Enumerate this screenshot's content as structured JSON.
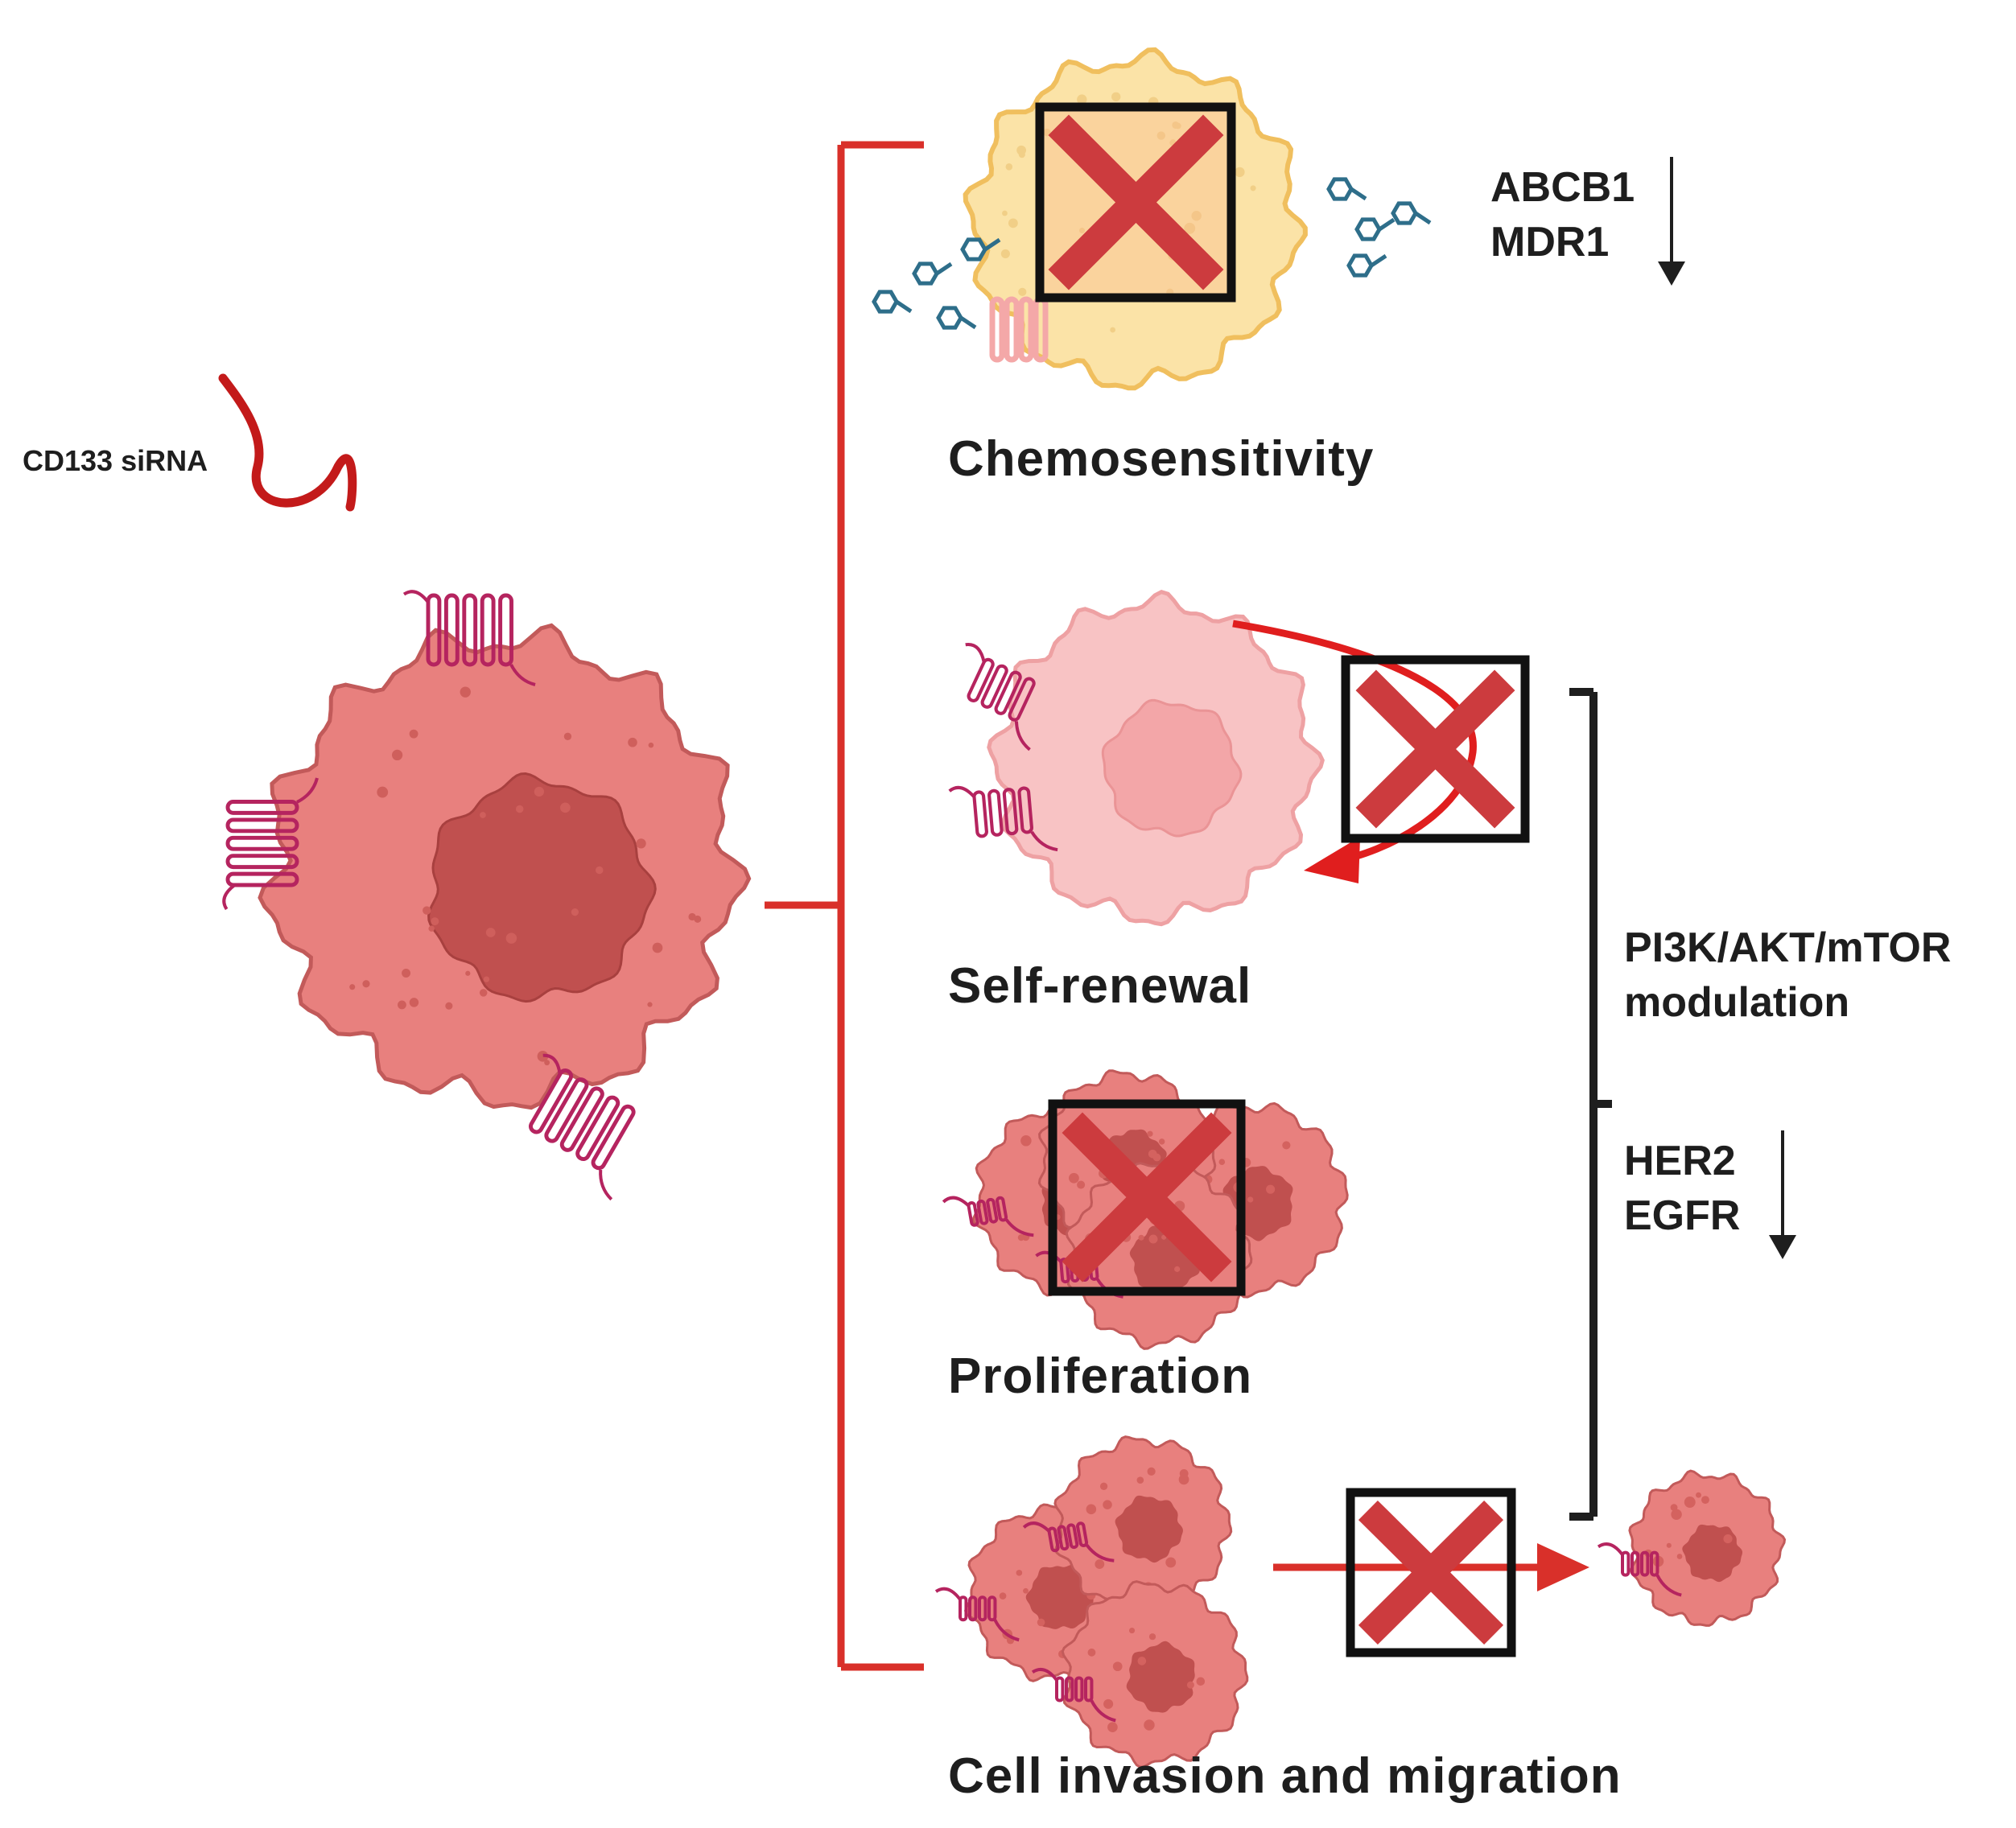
{
  "sirna_label": "CD133 siRNA",
  "outcomes": {
    "chemosensitivity": "Chemosensitivity",
    "self_renewal": "Self-renewal",
    "proliferation": "Proliferation",
    "invasion": "Cell invasion and migration"
  },
  "markers": {
    "transporters": [
      "ABCB1",
      "MDR1"
    ],
    "pathway": [
      "PI3K/AKT/mTOR",
      "modulation"
    ],
    "receptors": [
      "HER2",
      "EGFR"
    ]
  },
  "colors": {
    "bracket_red": "#d9302a",
    "cross_red": "#cc3b3e",
    "cell_body": "#e8807e",
    "cell_outline": "#c25a5a",
    "nucleus": "#c0504f",
    "receptor": "#b5245f",
    "resistant_cell": "#fbe3a7",
    "resistant_outline": "#f0bf5e",
    "light_cell": "#f8c3c4",
    "drug": "#2e6e8a",
    "text": "#1e1e1e"
  }
}
